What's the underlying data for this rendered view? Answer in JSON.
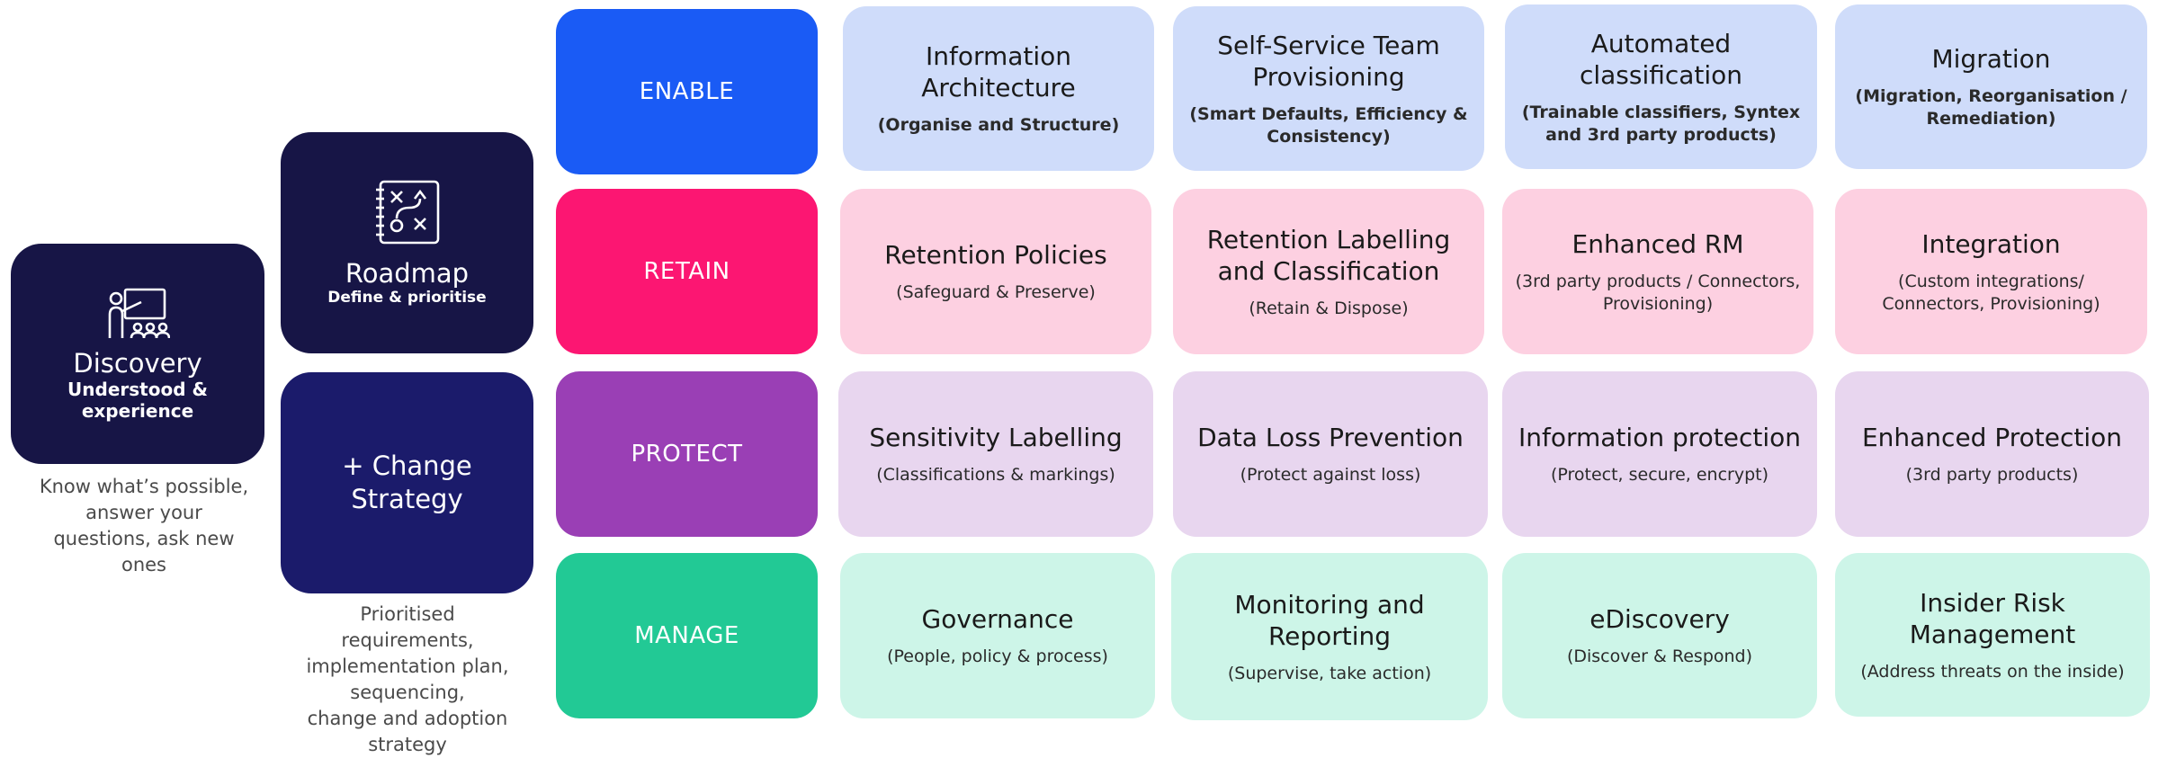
{
  "colors": {
    "enable": "#1a5bf5",
    "retain": "#fc1672",
    "protect": "#9a3fb5",
    "manage": "#22c995",
    "enable_card": "#cfdcfa",
    "retain_card": "#fdd0e1",
    "protect_card": "#e8d6ef",
    "manage_card": "#cdf5e8",
    "dark_navy": "#171546"
  },
  "discovery": {
    "icon": "presentation-teacher-icon",
    "title": "Discovery",
    "subtitle_line1": "Understood &",
    "subtitle_line2": "experience",
    "caption": [
      "Know what’s possible,",
      "answer your",
      "questions, ask new",
      "ones"
    ]
  },
  "roadmap": {
    "icon": "strategy-plan-icon",
    "title": "Roadmap",
    "subtitle": "Define & prioritise"
  },
  "change_strategy": {
    "title_line1": "+ Change",
    "title_line2": "Strategy",
    "caption": [
      "Prioritised",
      "requirements,",
      "implementation plan,",
      "sequencing,",
      "change and adoption",
      "strategy"
    ]
  },
  "categories": [
    {
      "label": "ENABLE",
      "cards": [
        {
          "title": "Information Architecture",
          "sub": "(Organise and Structure)"
        },
        {
          "title": "Self-Service Team Provisioning",
          "sub": "(Smart Defaults, Efficiency & Consistency)"
        },
        {
          "title": "Automated classification",
          "sub": "(Trainable classifiers, Syntex and 3rd party products)"
        },
        {
          "title": "Migration",
          "sub": "(Migration, Reorganisation / Remediation)"
        }
      ]
    },
    {
      "label": "RETAIN",
      "cards": [
        {
          "title": "Retention Policies",
          "sub": "(Safeguard & Preserve)"
        },
        {
          "title": "Retention Labelling and Classification",
          "sub": "(Retain & Dispose)"
        },
        {
          "title": "Enhanced RM",
          "sub": "(3rd party products / Connectors, Provisioning)"
        },
        {
          "title": "Integration",
          "sub": "(Custom integrations/ Connectors, Provisioning)"
        }
      ]
    },
    {
      "label": "PROTECT",
      "cards": [
        {
          "title": "Sensitivity Labelling",
          "sub": "(Classifications & markings)"
        },
        {
          "title": "Data Loss Prevention",
          "sub": "(Protect against loss)"
        },
        {
          "title": "Information protection",
          "sub": "(Protect, secure, encrypt)"
        },
        {
          "title": "Enhanced Protection",
          "sub": "(3rd party products)"
        }
      ]
    },
    {
      "label": "MANAGE",
      "cards": [
        {
          "title": "Governance",
          "sub": "(People, policy & process)"
        },
        {
          "title": "Monitoring and Reporting",
          "sub": "(Supervise, take action)"
        },
        {
          "title": "eDiscovery",
          "sub": "(Discover & Respond)"
        },
        {
          "title": "Insider Risk Management",
          "sub": "(Address threats on the inside)"
        }
      ]
    }
  ]
}
